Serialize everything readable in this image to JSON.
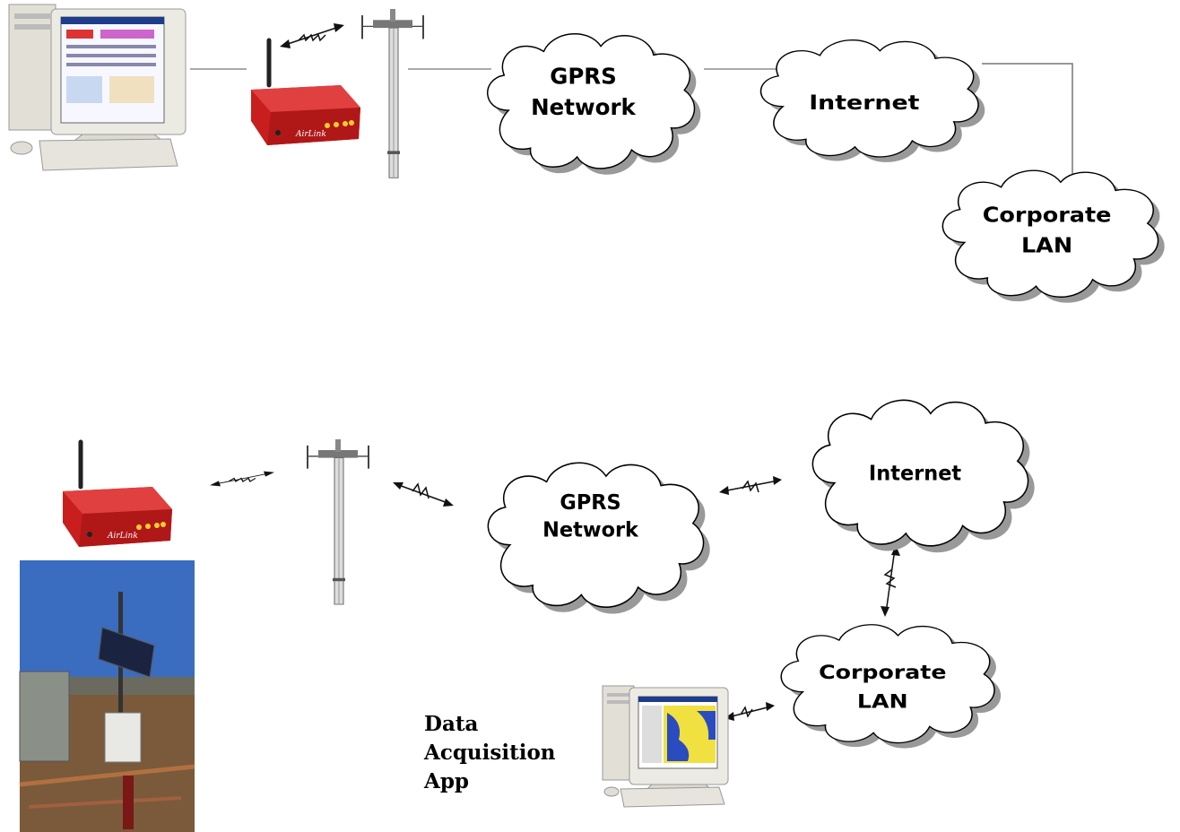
{
  "top_diagram": {
    "gprs_cloud": {
      "line1": "GPRS",
      "line2": "Network"
    },
    "internet_cloud": {
      "line1": "Internet"
    },
    "corporate_cloud": {
      "line1": "Corporate",
      "line2": "LAN"
    }
  },
  "bottom_diagram": {
    "gprs_cloud": {
      "line1": "GPRS",
      "line2": "Network"
    },
    "internet_cloud": {
      "line1": "Internet"
    },
    "corporate_cloud": {
      "line1": "Corporate",
      "line2": "LAN"
    },
    "app_label": {
      "line1": "Data",
      "line2": "Acquisition",
      "line3": "App"
    }
  },
  "colors": {
    "modem_red": "#cc2222",
    "cloud_shadow": "#999999",
    "sky_blue": "#2a5db0",
    "ground_brown": "#7a5a3a",
    "computer_beige": "#e8e6dc"
  }
}
